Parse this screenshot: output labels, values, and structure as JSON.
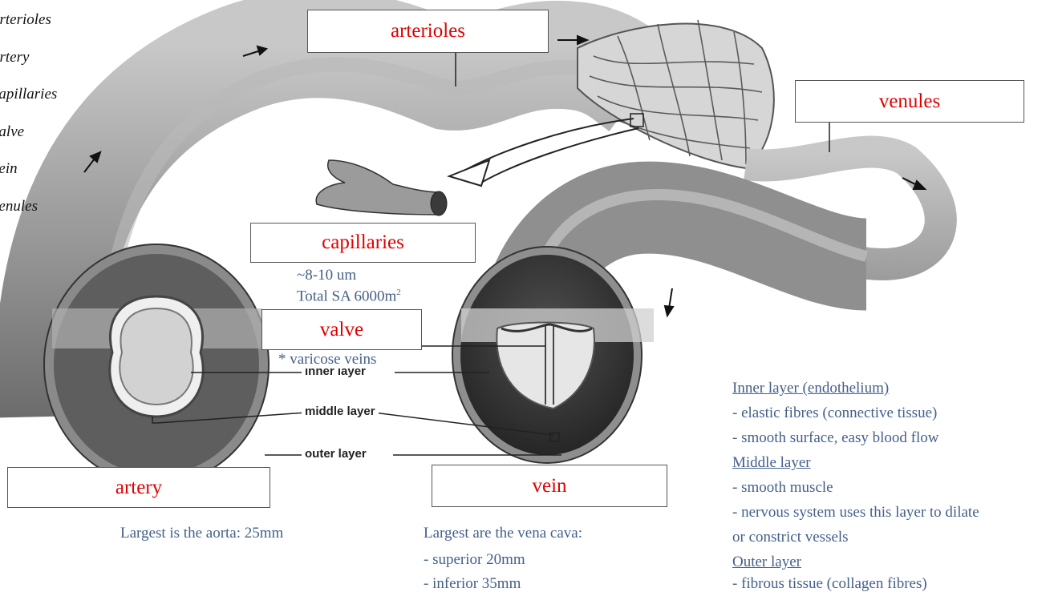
{
  "word_list": [
    "arterioles",
    "artery",
    "capillaries",
    "valve",
    "vein",
    "venules"
  ],
  "labels": {
    "arterioles": "arterioles",
    "venules": "venules",
    "capillaries": "capillaries",
    "valve": "valve",
    "artery": "artery",
    "vein": "vein"
  },
  "diagram_labels": {
    "inner": "inner layer",
    "middle": "middle layer",
    "outer": "outer layer"
  },
  "notes": {
    "capillary_size": "~8-10 um",
    "capillary_sa": "Total SA 6000m",
    "capillary_sa_sup": "2",
    "varicose": "* varicose veins",
    "artery_largest": "Largest is the aorta: 25mm",
    "vein_largest": "Largest are the vena cava:",
    "vein_superior": "- superior 20mm",
    "vein_inferior": "- inferior 35mm"
  },
  "layers": {
    "inner_heading": "Inner layer (endothelium)",
    "inner_1": "- elastic fibres (connective tissue)",
    "inner_2": "- smooth surface, easy blood flow",
    "middle_heading": "Middle layer",
    "middle_1": "- smooth muscle",
    "middle_2a": "- nervous system uses this layer to dilate",
    "middle_2b": "or constrict vessels",
    "outer_heading": "Outer layer",
    "outer_1": "- fibrous tissue (collagen fibres)"
  },
  "colors": {
    "label_text": "#e00000",
    "note_text": "#44608a",
    "vessel": "#8a8a8a"
  }
}
